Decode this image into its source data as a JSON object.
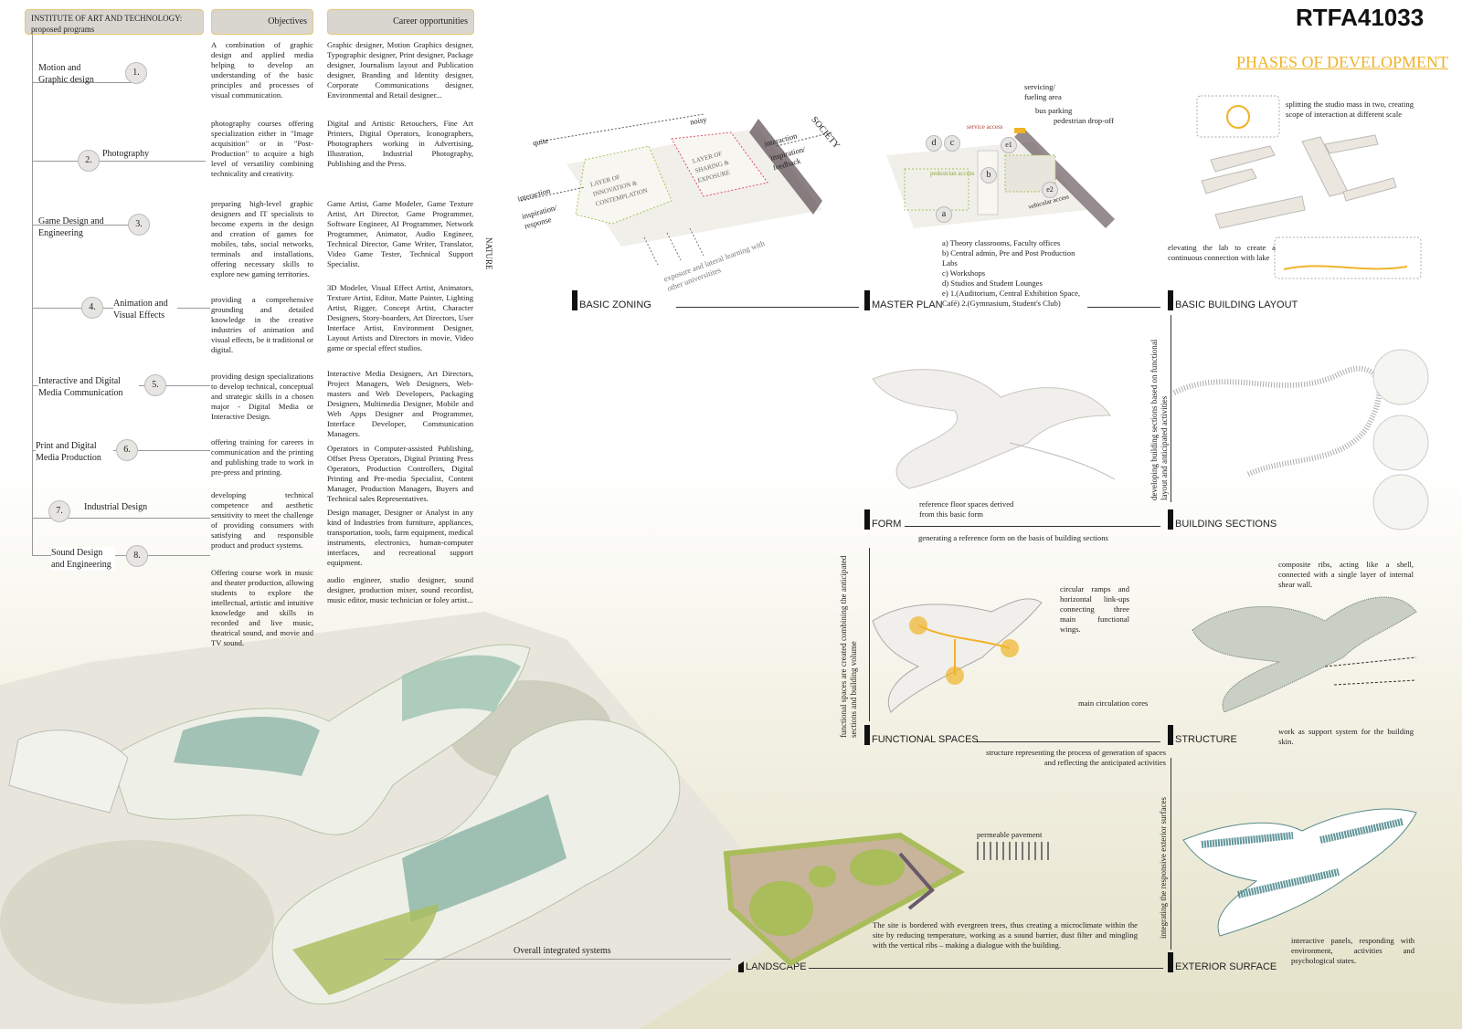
{
  "poster": {
    "id": "RTFA41033",
    "section_title": "PHASES OF DEVELOPMENT"
  },
  "table": {
    "header_programs": "INSTITUTE OF ART AND TECHNOLOGY:",
    "header_programs_sub": "proposed programs",
    "header_objectives": "Objectives",
    "header_careers": "Career opportunities",
    "programs": [
      {
        "num": "1.",
        "name": "Motion and Graphic design",
        "objective": "A combination of graphic design and applied media helping to develop an understanding of the basic principles and processes of visual communication.",
        "careers": "Graphic designer, Motion Graphics designer, Typographic designer, Print designer, Package designer, Journalism layout and Publication designer, Branding and Identity designer, Corporate Communications designer, Environmental and Retail designer..."
      },
      {
        "num": "2.",
        "name": "Photography",
        "objective": "photography courses offering specialization either in \"Image acquisition\" or in \"Post-Production\" to acquire a high level of versatility combining technicality and creativity.",
        "careers": "Digital and Artistic Retouchers, Fine Art Printers, Digital Operators, Iconographers, Photographers working in Advertising, Illustration, Industrial Photography, Publishing and the Press."
      },
      {
        "num": "3.",
        "name": "Game Design and Engineering",
        "objective": "preparing high-level graphic designers and IT specialists to become experts in the design and creation of games for mobiles, tabs, social networks, terminals and installations, offering necessary skills to explore new gaming territories.",
        "careers": "Game Artist, Game Modeler, Game Texture Artist, Art Director, Game Programmer, Software Engineer, AI Programmer, Network Programmer, Animator, Audio Engineer, Technical Director, Game Writer, Translator, Video Game Tester, Technical Support Specialist."
      },
      {
        "num": "4.",
        "name": "Animation and Visual Effects",
        "objective": "providing a comprehensive grounding and detailed knowledge in the creative industries of animation and visual effects, be it traditional or digital.",
        "careers": "3D Modeler, Visual Effect Artist, Animators, Texture Artist, Editor, Matte Painter, Lighting Artist, Rigger, Concept Artist, Character Designers, Story-boarders, Art Directors, User Interface Artist, Environment Designer, Layout Artists and Directors in movie, Video game or special effect studios."
      },
      {
        "num": "5.",
        "name": "Interactive and Digital Media Communication",
        "objective": "providing design specializations to develop technical, conceptual and strategic skills in a chosen major - Digital Media or Interactive Design.",
        "careers": "Interactive Media Designers, Art Directors, Project Managers, Web Designers, Web-masters and Web Developers, Packaging Designers, Multimedia Designer, Mobile and Web Apps Designer and Programmer, Interface Developer, Communication Managers."
      },
      {
        "num": "6.",
        "name": "Print and Digital Media Production",
        "objective": "offering training for careers in communication and the printing and publishing trade to work in pre-press and printing.",
        "careers": "Operators in Computer-assisted Publishing, Offset Press Operators, Digital Printing Press Operators, Production Controllers, Digital Printing and Pre-media Specialist, Content Manager, Production Managers, Buyers and Technical sales Representatives."
      },
      {
        "num": "7.",
        "name": "Industrial Design",
        "objective": "developing technical competence and aesthetic sensitivity to meet the challenge of providing consumers with satisfying and responsible product and product systems.",
        "careers": "Design manager, Designer or Analyst in any kind of Industries from furniture, appliances, transportation, tools, farm equipment, medical instruments, electronics, human-computer interfaces, and recreational support equipment."
      },
      {
        "num": "8.",
        "name": "Sound Design and Engineering",
        "objective": "Offering course work in music and theater production, allowing students to explore the intellectual, artistic and intuitive knowledge and skills in recorded and live music, theatrical sound, and movie and TV sound.",
        "careers": "audio engineer, studio designer, sound designer, production mixer, sound recordist, music editor, music technician or foley artist..."
      }
    ]
  },
  "zoning": {
    "title": "BASIC ZONING",
    "quite": "quite",
    "noisy": "noisy",
    "nature": "NATURE",
    "society": "SOCIETY",
    "interaction_left": "interaction",
    "inspiration_response": "inspiration/ response",
    "interaction_right": "interaction",
    "inspiration_feedback": "inspiration/ feedback",
    "layer_innovation": "LAYER OF INNOVATION & CONTEMPLATION",
    "layer_sharing": "LAYER OF SHARING & EXPOSURE",
    "exposure": "exposure and lateral learning with other universitites"
  },
  "master_plan": {
    "title": "MASTER PLAN",
    "servicing": "servicing/ fueling area",
    "bus_parking": "bus parking",
    "dropoff": "pedestrian drop-off",
    "service_access": "service access",
    "pedestrian_access": "pedestrian access",
    "vehicular_access": "vehicular access",
    "labels": [
      "a",
      "b",
      "c",
      "d",
      "e1",
      "e2"
    ],
    "legend": [
      "a) Theory classrooms, Faculty offices",
      "b) Central admin, Pre and Post Production Labs",
      "c) Workshops",
      "d) Studios and Student Lounges",
      "e) 1.(Auditorium, Central Exhibition Space, Café) 2.(Gymnasium, Student's Club)"
    ]
  },
  "layout": {
    "title": "BASIC BUILDING LAYOUT",
    "note_split": "splitting the studio mass in two, creating scope of interaction at different scale",
    "note_elevate": "elevating the lab to create a continuous connection with lake"
  },
  "sections": {
    "title": "BUILDING SECTIONS",
    "side_note": "developing building sections based on functional layout and anticipated activities"
  },
  "form": {
    "title": "FORM",
    "note": "reference floor spaces derived from this basic form",
    "arrow_note": "generating a reference form on the basis of building sections"
  },
  "functional": {
    "title": "FUNCTIONAL SPACES",
    "ramps_note": "circular ramps and horizontal link-ups connecting three main functional wings.",
    "cores_note": "main circulation cores",
    "side_note": "functional spaces are created combining the anticipated sections and building volume",
    "arrow_note": "structure representing the process of generation of spaces and reflecting the anticipated activities"
  },
  "structure": {
    "title": "STRUCTURE",
    "ribs_note": "composite ribs, acting like a shell, connected with a single layer of internal shear wall.",
    "support_note": "work as support system for the building skin."
  },
  "exterior": {
    "title": "EXTERIOR SURFACE",
    "side_note": "integrating the responsive exterior surfaces",
    "panels_note": "interactive panels, responding with environment, activities and psychological states."
  },
  "landscape": {
    "title": "LANDSCAPE",
    "pavement": "permeable pavement",
    "site_note": "The site is bordered with evergreen trees, thus creating a microclimate within the site by reducing temperature, working as a sound barrier, dust filter and mingling with the vertical ribs – making a dialogue with the building.",
    "overall": "Overall integrated systems"
  },
  "colors": {
    "accent": "#f0b32a",
    "header_bg": "#d8d6cf",
    "green": "#a9bd5a"
  }
}
